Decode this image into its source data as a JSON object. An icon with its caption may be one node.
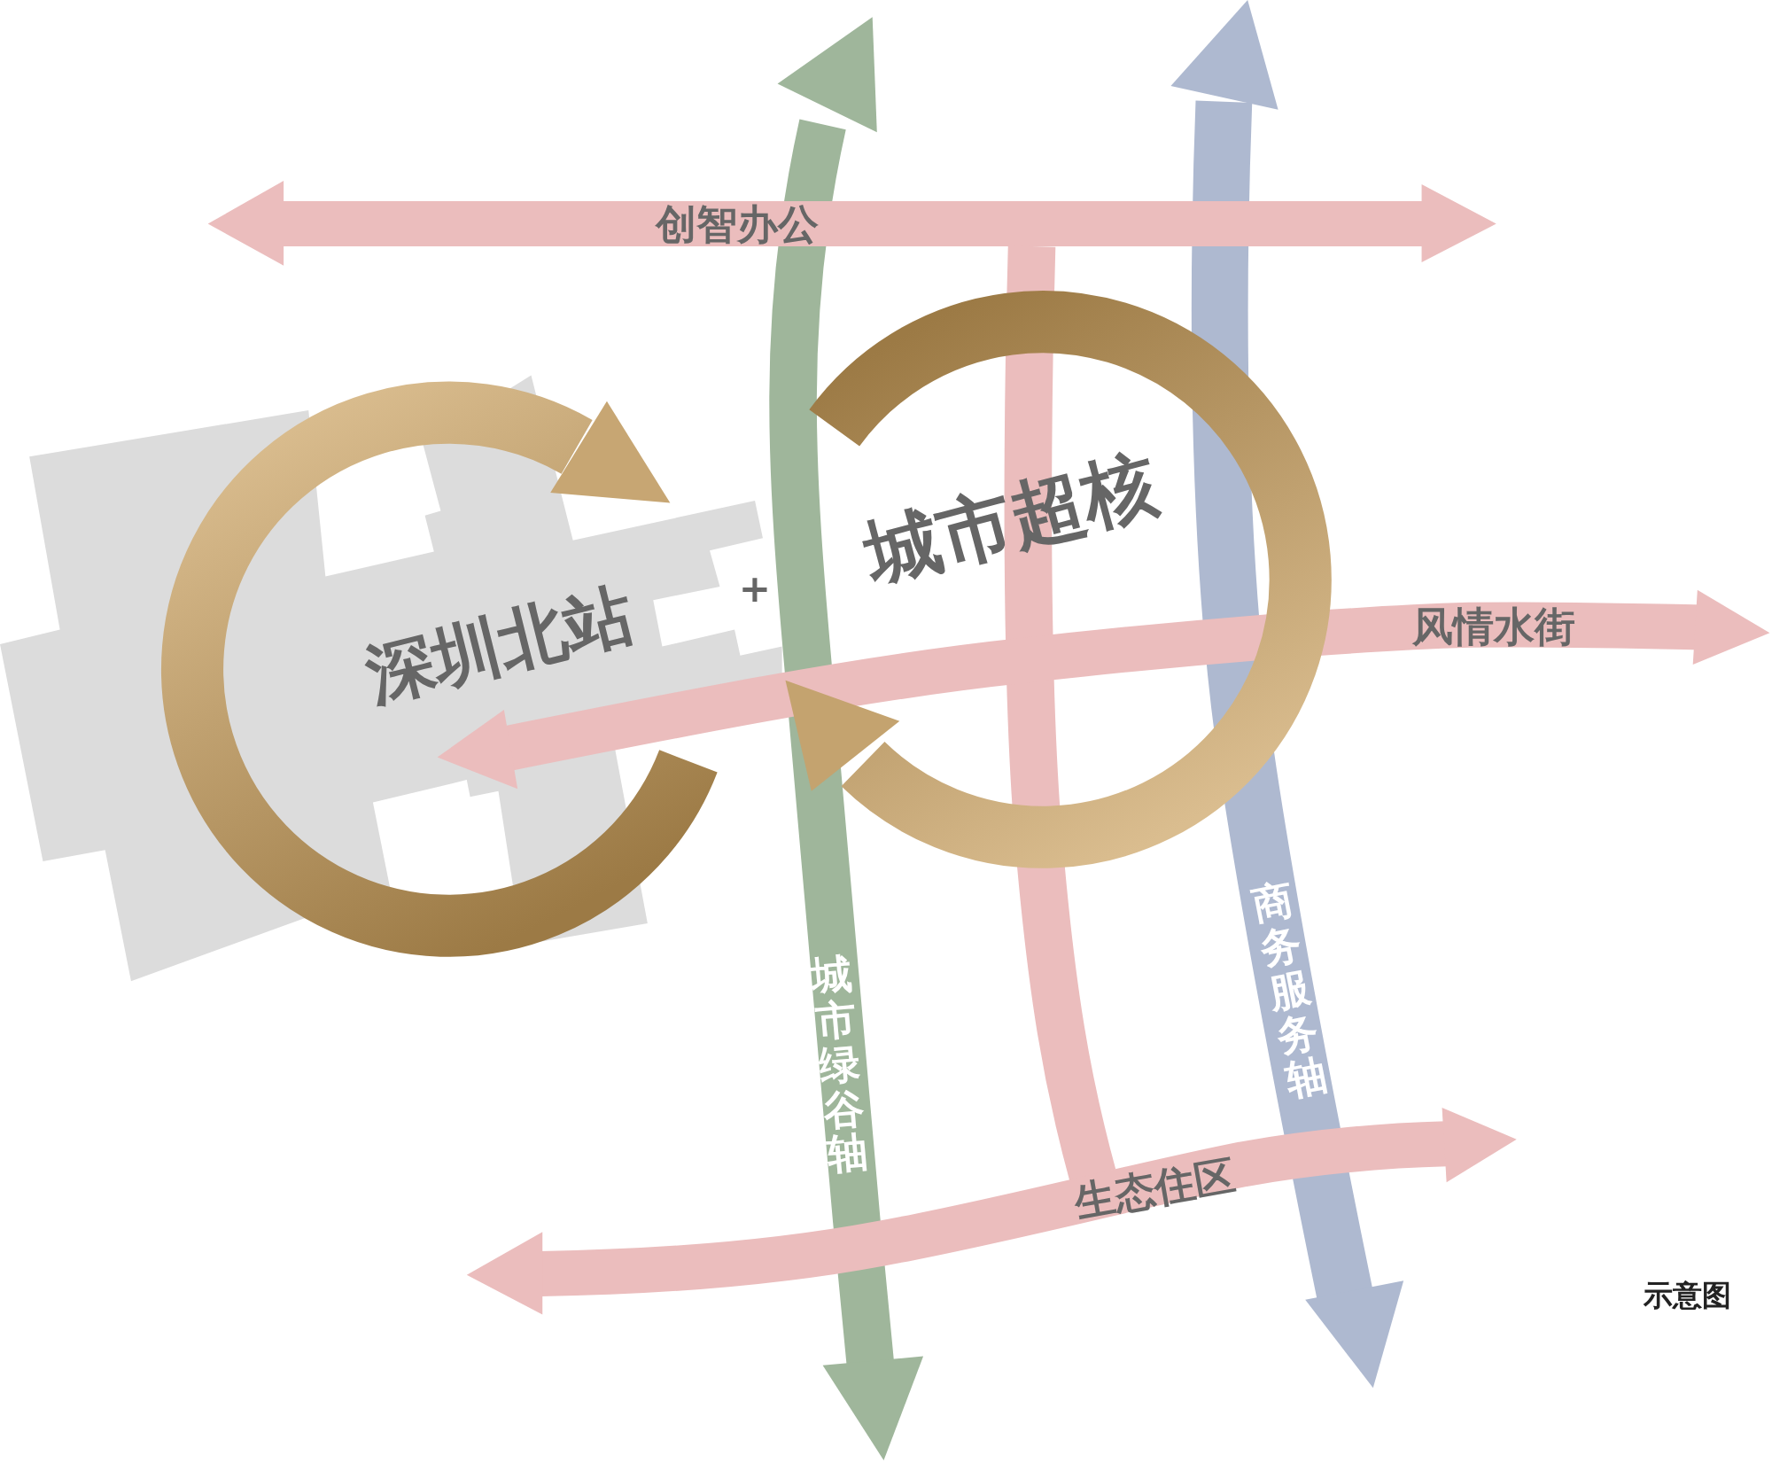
{
  "diagram": {
    "labels": [
      "创智办公",
      "城市绿谷轴",
      "商务服务轴",
      "深圳北站",
      "+",
      "城市超核",
      "风情水街",
      "生态住区",
      "示意图"
    ]
  }
}
